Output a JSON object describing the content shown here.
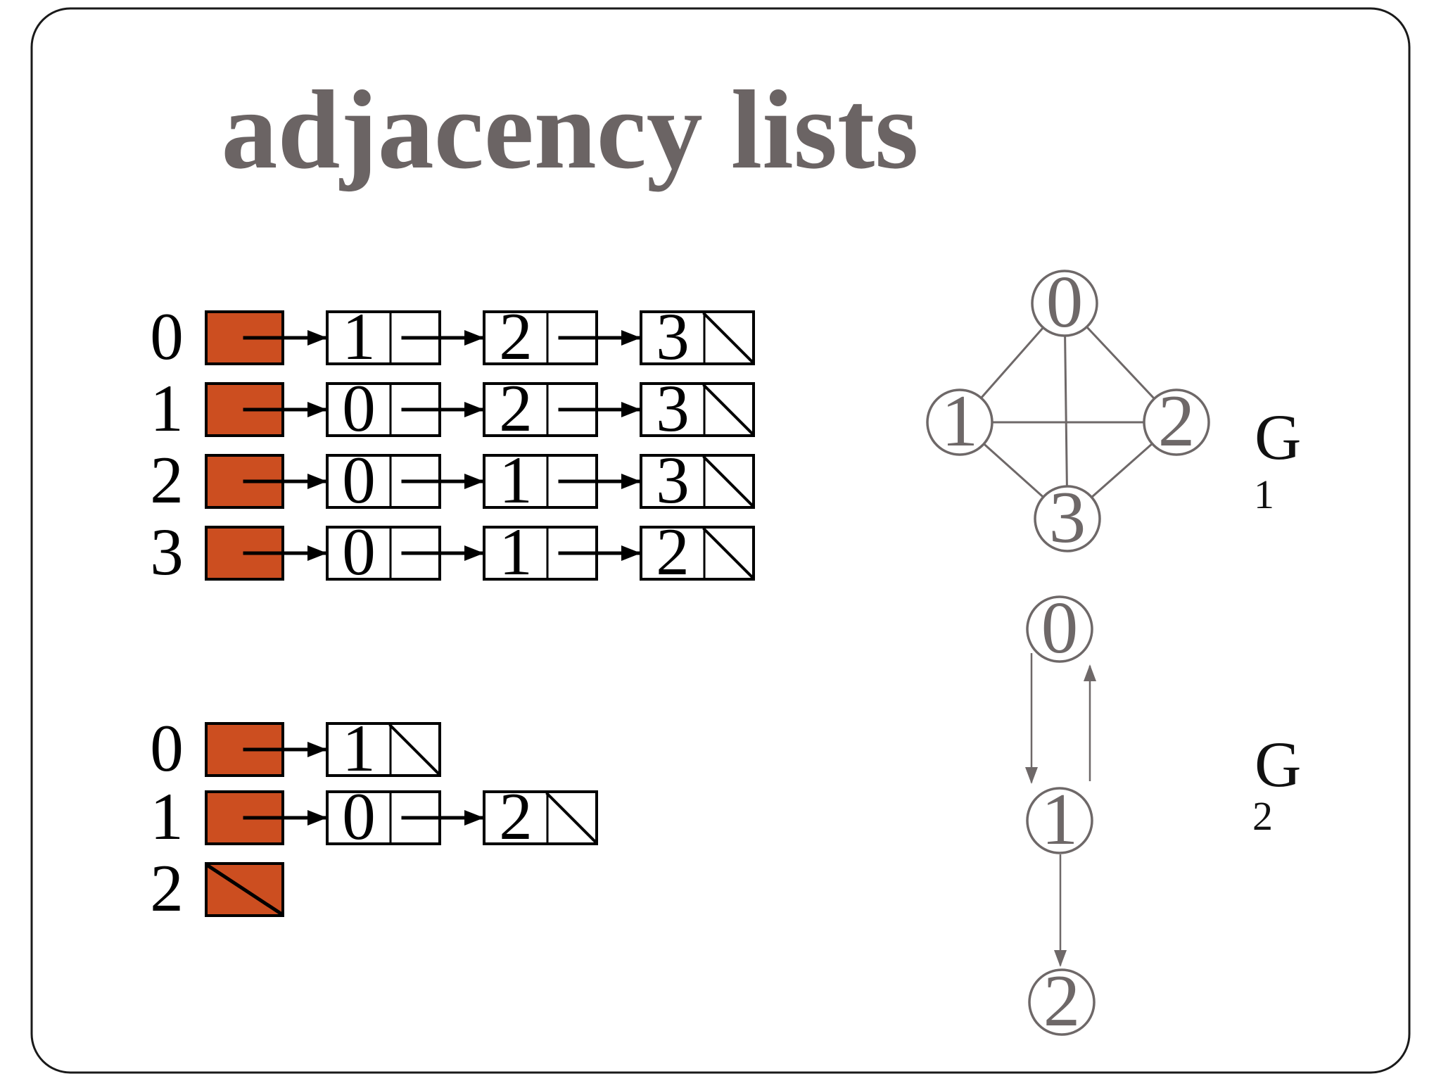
{
  "slide": {
    "title": "adjacency lists"
  },
  "colors": {
    "orange": "#cc4e20",
    "ink": "#000000",
    "graph_gray": "#6e6868",
    "title_gray": "#6b6464"
  },
  "list1": {
    "rows": [
      {
        "label": "0",
        "nodes": [
          "1",
          "2",
          "3"
        ]
      },
      {
        "label": "1",
        "nodes": [
          "0",
          "2",
          "3"
        ]
      },
      {
        "label": "2",
        "nodes": [
          "0",
          "1",
          "3"
        ]
      },
      {
        "label": "3",
        "nodes": [
          "0",
          "1",
          "2"
        ]
      }
    ]
  },
  "list2": {
    "rows": [
      {
        "label": "0",
        "nodes": [
          "1"
        ]
      },
      {
        "label": "1",
        "nodes": [
          "0",
          "2"
        ]
      },
      {
        "label": "2",
        "nodes": []
      }
    ]
  },
  "graph1": {
    "name": "G",
    "subscript": "1",
    "type": "undirected",
    "nodes": [
      "0",
      "1",
      "2",
      "3"
    ],
    "edges": [
      [
        "0",
        "1"
      ],
      [
        "0",
        "2"
      ],
      [
        "0",
        "3"
      ],
      [
        "1",
        "2"
      ],
      [
        "1",
        "3"
      ],
      [
        "2",
        "3"
      ]
    ]
  },
  "graph2": {
    "name": "G",
    "subscript": "2",
    "type": "directed",
    "nodes": [
      "0",
      "1",
      "2"
    ],
    "edges": [
      [
        "0",
        "1"
      ],
      [
        "1",
        "0"
      ],
      [
        "1",
        "2"
      ]
    ]
  }
}
